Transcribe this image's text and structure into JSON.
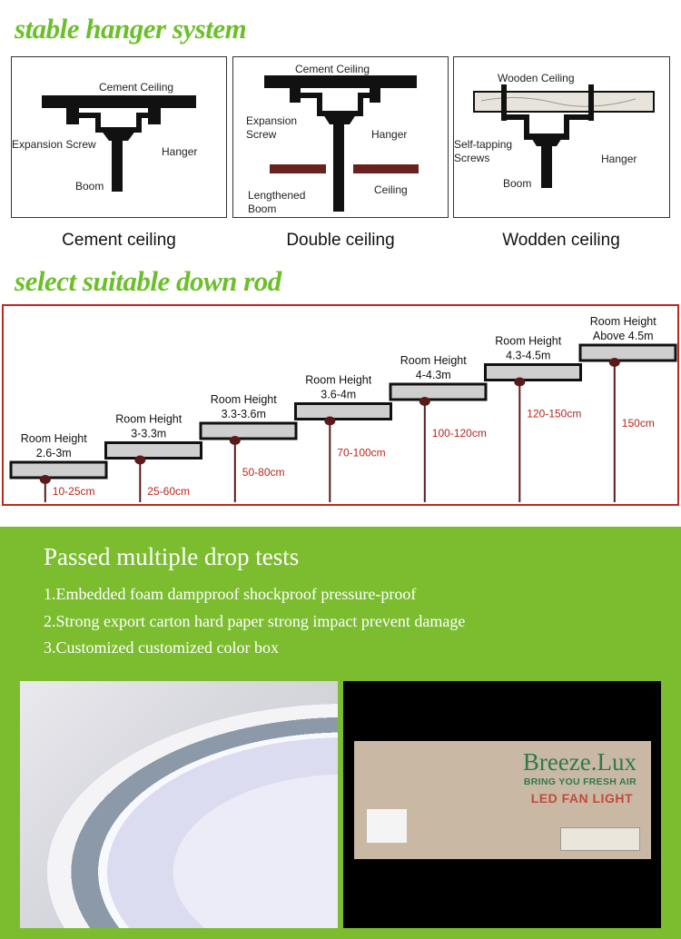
{
  "section1": {
    "title": "stable hanger system",
    "diagrams": [
      {
        "caption": "Cement ceiling",
        "labels": [
          "Cement Ceiling",
          "Expansion Screw",
          "Hanger",
          "Boom"
        ]
      },
      {
        "caption": "Double ceiling",
        "labels": [
          "Cement Ceiling",
          "Expansion",
          "Screw",
          "Hanger",
          "Ceiling",
          "Lengthened",
          "Boom"
        ]
      },
      {
        "caption": "Wodden ceiling",
        "labels": [
          "Wooden Ceiling",
          "Self-tapping",
          "Screws",
          "Hanger",
          "Boom"
        ]
      }
    ]
  },
  "section2": {
    "title": "select suitable down rod",
    "steps": [
      {
        "line1": "Room Height",
        "line2": "2.6-3m",
        "rod": "10-25cm"
      },
      {
        "line1": "Room Height",
        "line2": "3-3.3m",
        "rod": "25-60cm"
      },
      {
        "line1": "Room Height",
        "line2": "3.3-3.6m",
        "rod": "50-80cm"
      },
      {
        "line1": "Room Height",
        "line2": "3.6-4m",
        "rod": "70-100cm"
      },
      {
        "line1": "Room Height",
        "line2": "4-4.3m",
        "rod": "100-120cm"
      },
      {
        "line1": "Room Height",
        "line2": "4.3-4.5m",
        "rod": "120-150cm"
      },
      {
        "line1": "Room Height",
        "line2": "Above 4.5m",
        "rod": "150cm"
      }
    ]
  },
  "section3": {
    "title": "Passed multiple drop tests",
    "items": [
      "1.Embedded foam dampproof shockproof pressure-proof",
      "2.Strong export carton hard paper strong impact prevent damage",
      "3.Customized customized color box"
    ],
    "box": {
      "brand": "Breeze.Lux",
      "tagline": "BRING YOU FRESH AIR",
      "product": "LED FAN LIGHT"
    }
  },
  "colors": {
    "green": "#7bbd2f",
    "title_green": "#6cbf2a",
    "red": "#c0281e"
  }
}
